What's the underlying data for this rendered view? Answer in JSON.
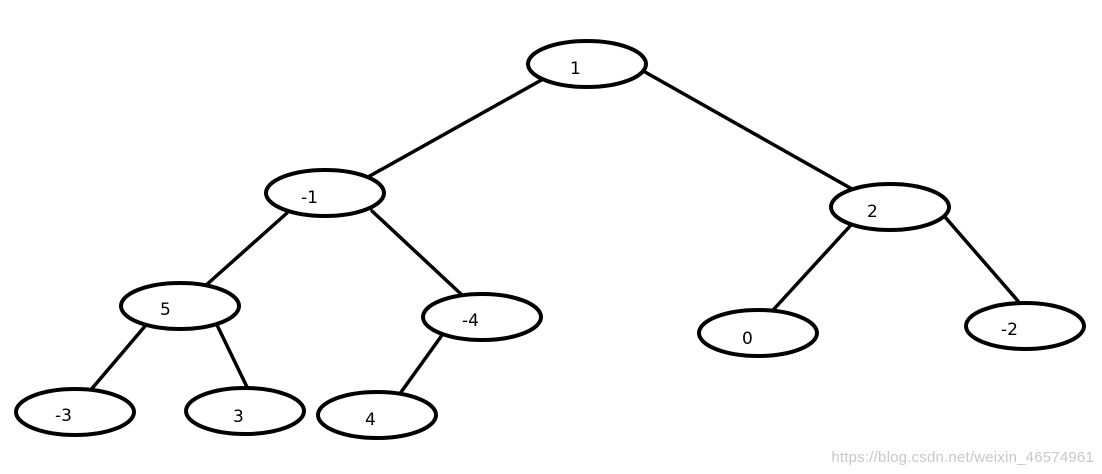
{
  "diagram": {
    "type": "binary-tree",
    "line_color": "#000000",
    "node_fill": "#ffffff",
    "nodes": [
      {
        "id": "n1",
        "label": "1"
      },
      {
        "id": "n2",
        "label": "-1"
      },
      {
        "id": "n3",
        "label": "2"
      },
      {
        "id": "n4",
        "label": "5"
      },
      {
        "id": "n5",
        "label": "-4"
      },
      {
        "id": "n6",
        "label": "0"
      },
      {
        "id": "n7",
        "label": "-2"
      },
      {
        "id": "n8",
        "label": "-3"
      },
      {
        "id": "n9",
        "label": "3"
      },
      {
        "id": "n10",
        "label": "4"
      }
    ],
    "edges": [
      {
        "from": "n1",
        "to": "n2"
      },
      {
        "from": "n1",
        "to": "n3"
      },
      {
        "from": "n2",
        "to": "n4"
      },
      {
        "from": "n2",
        "to": "n5"
      },
      {
        "from": "n3",
        "to": "n6"
      },
      {
        "from": "n3",
        "to": "n7"
      },
      {
        "from": "n4",
        "to": "n8"
      },
      {
        "from": "n4",
        "to": "n9"
      },
      {
        "from": "n5",
        "to": "n10"
      }
    ]
  },
  "watermark": {
    "text": "https://blog.csdn.net/weixin_46574961",
    "color": "#c8c8c8"
  }
}
